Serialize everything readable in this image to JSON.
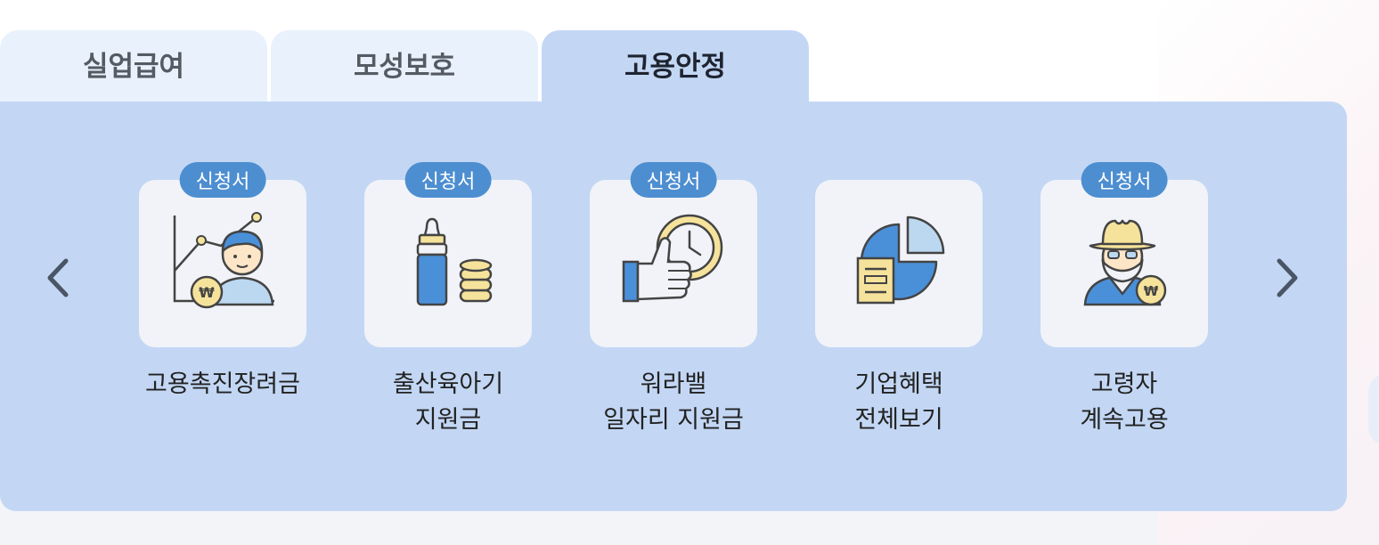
{
  "tabs": [
    {
      "label": "실업급여",
      "active": false
    },
    {
      "label": "모성보호",
      "active": false
    },
    {
      "label": "고용안정",
      "active": true
    }
  ],
  "badge_label": "신청서",
  "items": [
    {
      "line1": "고용촉진장려금",
      "line2": "",
      "badge": true,
      "icon": "employment-promotion-icon"
    },
    {
      "line1": "출산육아기",
      "line2": "지원금",
      "badge": true,
      "icon": "baby-bottle-coins-icon"
    },
    {
      "line1": "워라밸",
      "line2": "일자리 지원금",
      "badge": true,
      "icon": "thumbs-up-clock-icon"
    },
    {
      "line1": "기업혜택",
      "line2": "전체보기",
      "badge": false,
      "icon": "pie-chart-document-icon"
    },
    {
      "line1": "고령자",
      "line2": "계속고용",
      "badge": true,
      "icon": "senior-worker-icon"
    }
  ],
  "colors": {
    "panel": "#c3d7f4",
    "tab_inactive": "#e9f1fc",
    "badge": "#4d8ed0",
    "card": "#f1f3f8",
    "icon_blue": "#4a90d9",
    "icon_yellow": "#f6e39b"
  }
}
